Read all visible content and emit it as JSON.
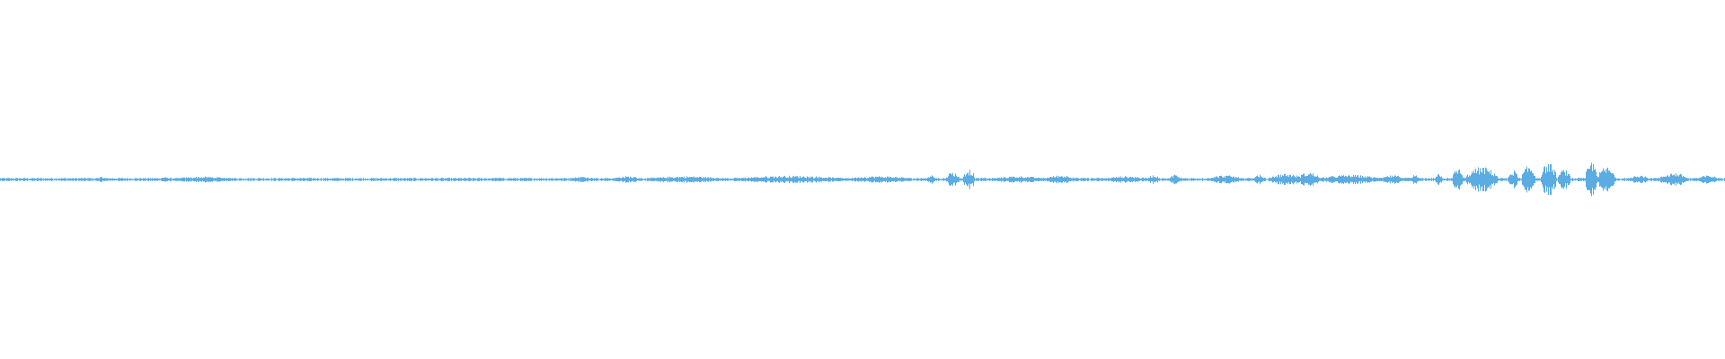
{
  "waveform": {
    "color": "#5aace2",
    "background": "#ffffff",
    "peak_level": 0.06,
    "bursts": [
      {
        "start": 0.055,
        "end": 0.062,
        "amp": 0.006
      },
      {
        "start": 0.092,
        "end": 0.098,
        "amp": 0.006
      },
      {
        "start": 0.1,
        "end": 0.135,
        "amp": 0.007
      },
      {
        "start": 0.285,
        "end": 0.292,
        "amp": 0.005
      },
      {
        "start": 0.33,
        "end": 0.345,
        "amp": 0.007
      },
      {
        "start": 0.355,
        "end": 0.372,
        "amp": 0.008
      },
      {
        "start": 0.375,
        "end": 0.42,
        "amp": 0.008
      },
      {
        "start": 0.425,
        "end": 0.49,
        "amp": 0.009
      },
      {
        "start": 0.49,
        "end": 0.53,
        "amp": 0.008
      },
      {
        "start": 0.537,
        "end": 0.542,
        "amp": 0.012
      },
      {
        "start": 0.548,
        "end": 0.556,
        "amp": 0.018
      },
      {
        "start": 0.558,
        "end": 0.565,
        "amp": 0.025
      },
      {
        "start": 0.575,
        "end": 0.605,
        "amp": 0.008
      },
      {
        "start": 0.605,
        "end": 0.625,
        "amp": 0.01
      },
      {
        "start": 0.64,
        "end": 0.665,
        "amp": 0.008
      },
      {
        "start": 0.665,
        "end": 0.672,
        "amp": 0.011
      },
      {
        "start": 0.678,
        "end": 0.684,
        "amp": 0.012
      },
      {
        "start": 0.7,
        "end": 0.72,
        "amp": 0.01
      },
      {
        "start": 0.727,
        "end": 0.732,
        "amp": 0.012
      },
      {
        "start": 0.735,
        "end": 0.755,
        "amp": 0.014
      },
      {
        "start": 0.752,
        "end": 0.765,
        "amp": 0.017
      },
      {
        "start": 0.765,
        "end": 0.8,
        "amp": 0.011
      },
      {
        "start": 0.8,
        "end": 0.815,
        "amp": 0.01
      },
      {
        "start": 0.818,
        "end": 0.822,
        "amp": 0.012
      },
      {
        "start": 0.832,
        "end": 0.836,
        "amp": 0.014
      },
      {
        "start": 0.842,
        "end": 0.848,
        "amp": 0.028
      },
      {
        "start": 0.85,
        "end": 0.868,
        "amp": 0.03
      },
      {
        "start": 0.874,
        "end": 0.88,
        "amp": 0.022
      },
      {
        "start": 0.882,
        "end": 0.89,
        "amp": 0.032
      },
      {
        "start": 0.893,
        "end": 0.902,
        "amp": 0.04
      },
      {
        "start": 0.903,
        "end": 0.91,
        "amp": 0.024
      },
      {
        "start": 0.919,
        "end": 0.926,
        "amp": 0.042
      },
      {
        "start": 0.926,
        "end": 0.936,
        "amp": 0.03
      },
      {
        "start": 0.945,
        "end": 0.955,
        "amp": 0.012
      },
      {
        "start": 0.962,
        "end": 0.978,
        "amp": 0.016
      },
      {
        "start": 0.984,
        "end": 0.996,
        "amp": 0.01
      }
    ]
  }
}
